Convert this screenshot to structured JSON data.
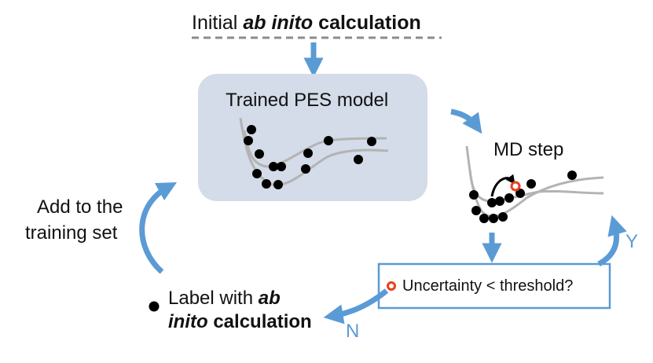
{
  "title": {
    "prefix": "Initial",
    "emph": "ab inito",
    "suffix": "calculation"
  },
  "pes_box": {
    "label": "Trained PES model"
  },
  "md": {
    "label": "MD step"
  },
  "uncertainty": {
    "label": "Uncertainty < threshold?",
    "yes": "Y",
    "no": "N"
  },
  "label_step": {
    "line1_prefix": "Label with",
    "line1_emph": "ab",
    "line2_emph": "inito",
    "line2_suffix": "calculation"
  },
  "add_step": {
    "line1": "Add to the",
    "line2": "training set"
  },
  "colors": {
    "arrow": "#5b9bd5",
    "box_fill": "#d3dce8",
    "curve": "#b3b3b3",
    "dot": "#000000",
    "highlight": "#e8401c",
    "dashed": "#8c8c8c"
  },
  "icons": [
    "flow-arrow-icon",
    "data-point-icon",
    "uncertain-point-icon",
    "curved-arrow-icon"
  ]
}
